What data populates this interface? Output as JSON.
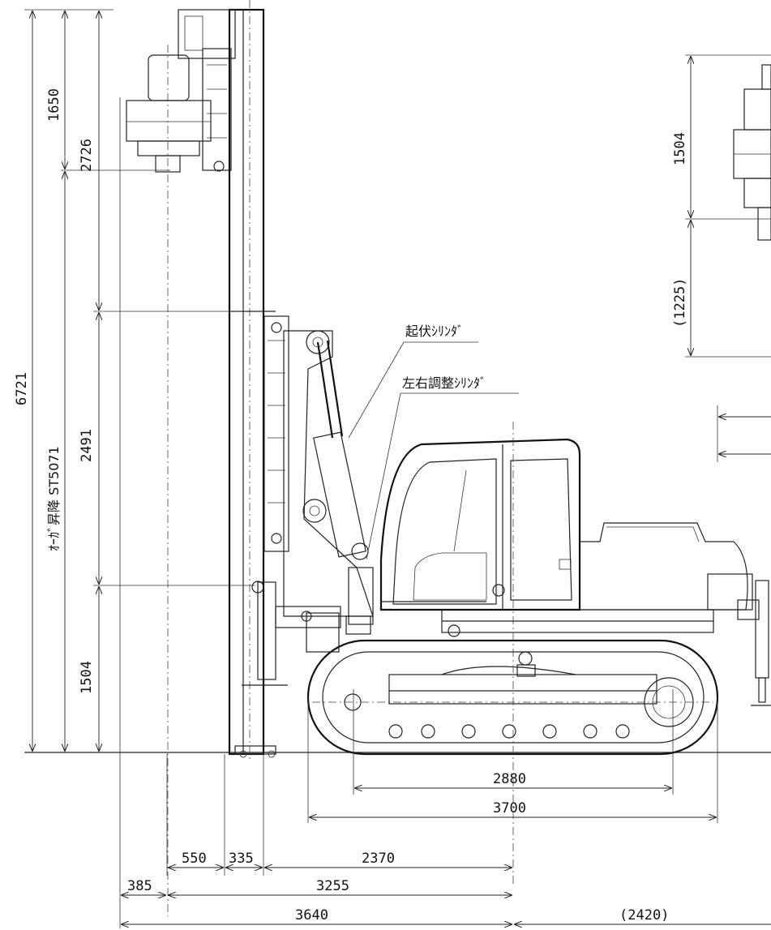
{
  "labels": {
    "tilt_cylinder": "起伏ｼﾘﾝﾀﾞ",
    "lr_adjust_cylinder": "左右調整ｼﾘﾝﾀﾞ",
    "auger_stroke": "ｵｰｶﾞ昇降 ST5071"
  },
  "dimensions": {
    "d6721": "6721",
    "d1650": "1650",
    "d2726": "2726",
    "d2491": "2491",
    "d1504_left": "1504",
    "d1504_right": "1504",
    "d1225": "(1225)",
    "d2880": "2880",
    "d3700": "3700",
    "d550": "550",
    "d335": "335",
    "d2370": "2370",
    "d385": "385",
    "d3255": "3255",
    "d3640": "3640",
    "d2420": "(2420)"
  }
}
